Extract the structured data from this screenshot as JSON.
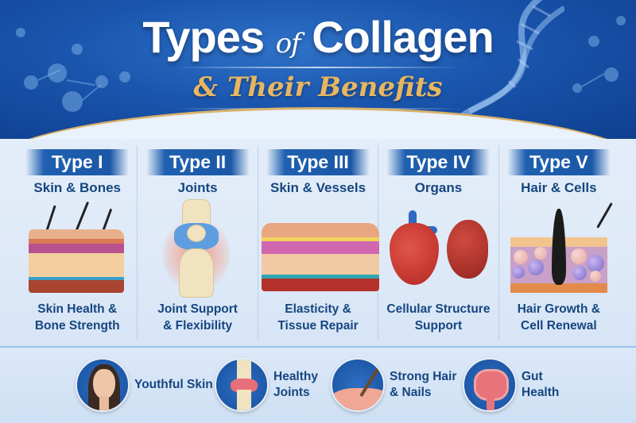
{
  "header": {
    "title_part1": "Types",
    "title_of": "of",
    "title_part2": "Collagen",
    "subtitle": "& Their Benefits"
  },
  "colors": {
    "header_blue": "#1a55ad",
    "banner_blue": "#1f60b0",
    "text_navy": "#16467f",
    "gold": "#e8b660",
    "background": "#e9f1fb"
  },
  "types": [
    {
      "label": "Type I",
      "area": "Skin & Bones",
      "benefit_line1": "Skin Health &",
      "benefit_line2": "Bone Strength",
      "illustration": "skin-cross-section-icon"
    },
    {
      "label": "Type II",
      "area": "Joints",
      "benefit_line1": "Joint Support",
      "benefit_line2": "& Flexibility",
      "illustration": "knee-joint-icon"
    },
    {
      "label": "Type III",
      "area": "Skin & Vessels",
      "benefit_line1": "Elasticity &",
      "benefit_line2": "Tissue Repair",
      "illustration": "skin-vessels-icon"
    },
    {
      "label": "Type IV",
      "area": "Organs",
      "benefit_line1": "Cellular Structure",
      "benefit_line2": "Support",
      "illustration": "heart-kidney-icon"
    },
    {
      "label": "Type V",
      "area": "Hair & Cells",
      "benefit_line1": "Hair Growth &",
      "benefit_line2": "Cell Renewal",
      "illustration": "hair-follicle-icon"
    }
  ],
  "features": [
    {
      "line1": "Youthful Skin",
      "line2": "",
      "icon": "woman-face-icon"
    },
    {
      "line1": "Healthy",
      "line2": "Joints",
      "icon": "joint-icon"
    },
    {
      "line1": "Strong Hair",
      "line2": "& Nails",
      "icon": "hair-strand-icon"
    },
    {
      "line1": "Gut",
      "line2": "Health",
      "icon": "intestine-icon"
    }
  ]
}
